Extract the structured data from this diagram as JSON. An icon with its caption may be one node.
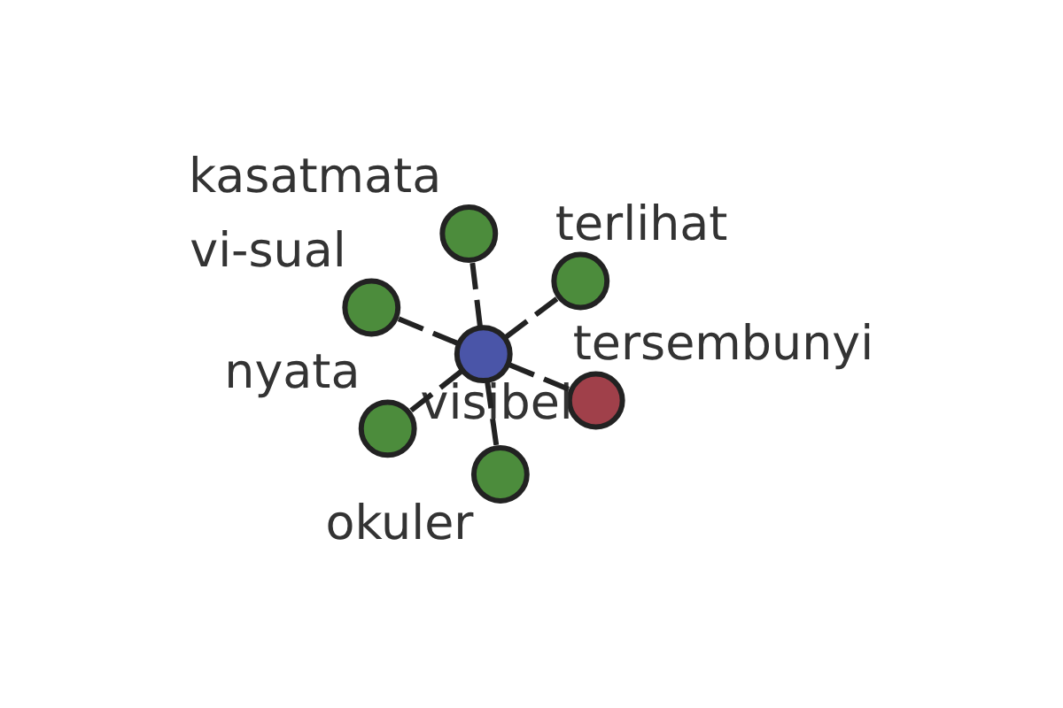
{
  "diagram": {
    "nodes": [
      {
        "text": [
          "vi-sual"
        ]
      },
      {
        "text": [
          "tersembunyi"
        ]
      },
      {
        "text": [
          "okuler"
        ]
      },
      {
        "text": [
          "visibel"
        ]
      },
      {
        "text": [
          "terlihat"
        ]
      },
      {
        "text": [
          "kasatmata"
        ]
      },
      {
        "text": [
          "nyata"
        ]
      }
    ],
    "edges": [
      {
        "from": 3,
        "to": 0,
        "arrow": "none",
        "style": "dashed"
      },
      {
        "from": 3,
        "to": 1,
        "arrow": "none",
        "style": "dashed"
      },
      {
        "from": 3,
        "to": 2,
        "arrow": "none",
        "style": "dashed"
      },
      {
        "from": 3,
        "to": 4,
        "arrow": "none",
        "style": "dashed"
      },
      {
        "from": 3,
        "to": 5,
        "arrow": "none",
        "style": "dashed"
      },
      {
        "from": 3,
        "to": 6,
        "arrow": "none",
        "style": "dashed"
      }
    ]
  }
}
